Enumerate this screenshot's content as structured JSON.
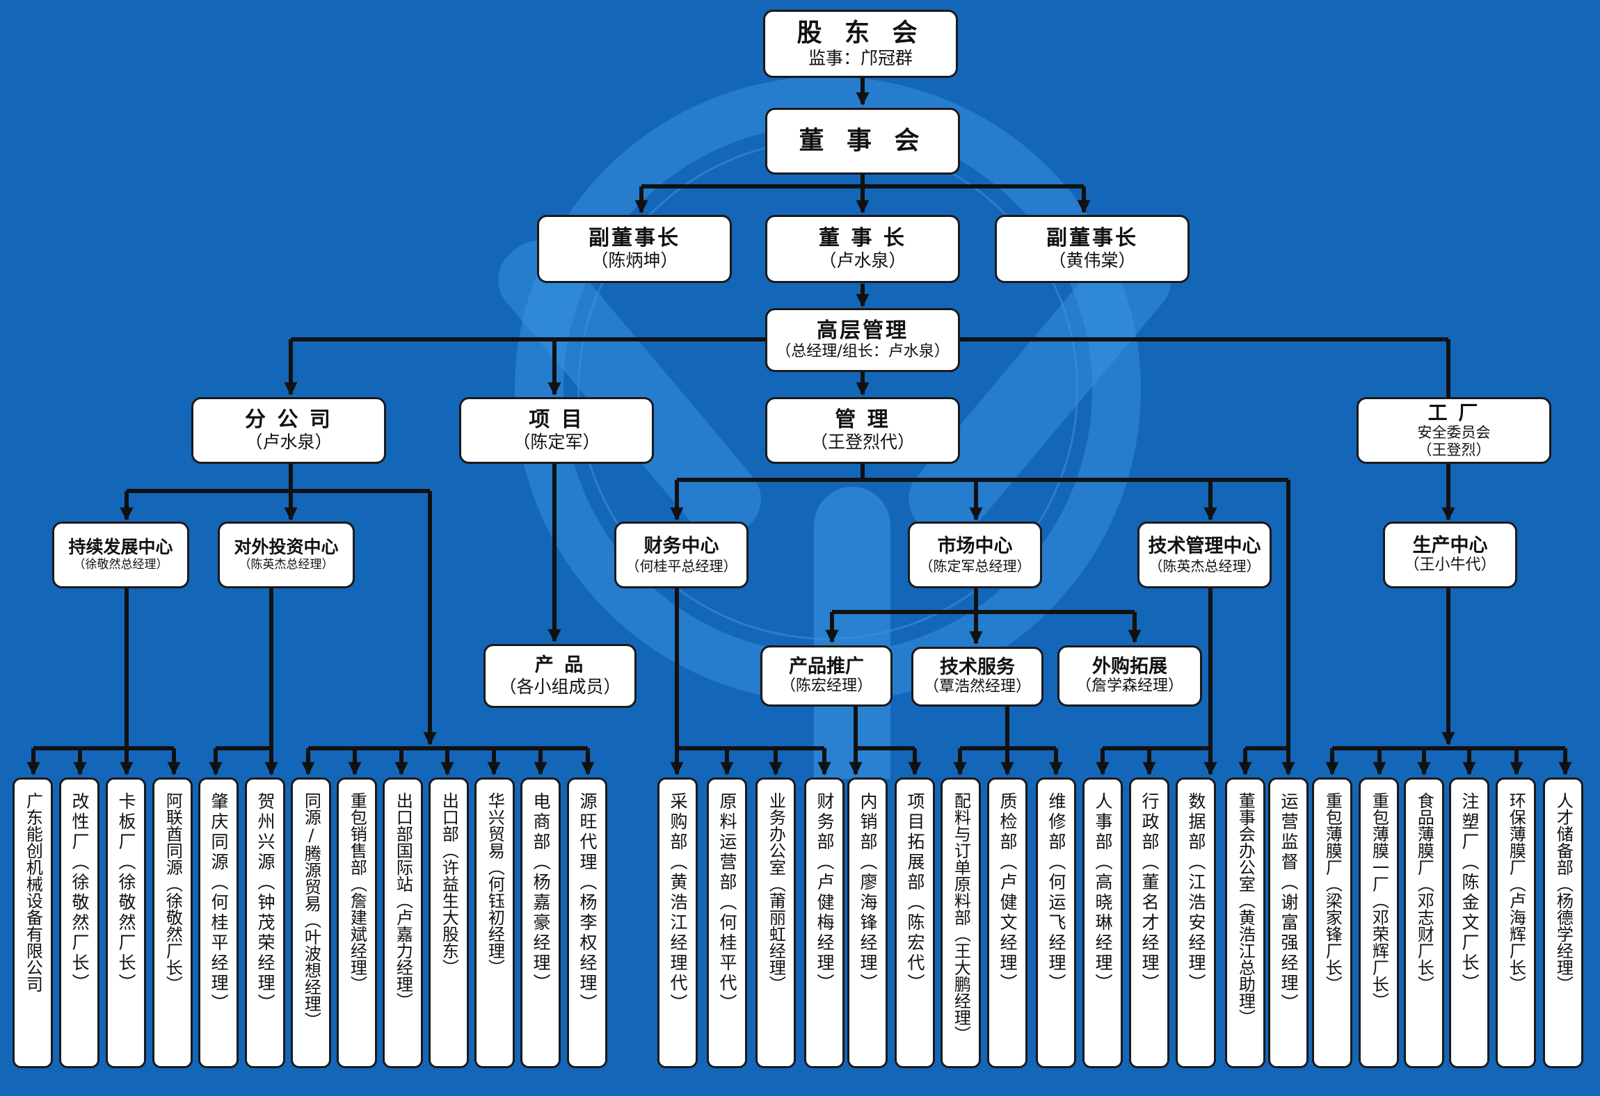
{
  "colors": {
    "background": "#1466b8",
    "line": "#111111",
    "box": "#ffffff",
    "watermark": "#2d8ee0"
  },
  "top": {
    "shareholders": {
      "title": "股 东 会",
      "sub": "监事：邝冠群"
    },
    "board": {
      "title": "董 事 会"
    },
    "vice_chair_left": {
      "title": "副董事长",
      "sub": "（陈炳坤）"
    },
    "chair": {
      "title": "董 事 长",
      "sub": "（卢水泉）"
    },
    "vice_chair_right": {
      "title": "副董事长",
      "sub": "（黄伟棠）"
    },
    "senior_mgmt": {
      "title": "高层管理",
      "sub": "（总经理/组长：卢水泉）"
    }
  },
  "level2": {
    "branch": {
      "title": "分 公 司",
      "sub": "（卢水泉）"
    },
    "project": {
      "title": "项  目",
      "sub": "（陈定军）"
    },
    "management": {
      "title": "管  理",
      "sub": "（王登烈代）"
    },
    "factory": {
      "title": "工  厂",
      "sub": "安全委员会",
      "sub2": "（王登烈）"
    }
  },
  "level3": {
    "sustain": {
      "title": "持续发展中心",
      "sub": "（徐敬然总经理）"
    },
    "invest": {
      "title": "对外投资中心",
      "sub": "（陈英杰总经理）"
    },
    "product": {
      "title": "产  品",
      "sub": "（各小组成员）"
    },
    "finance": {
      "title": "财务中心",
      "sub": "（何桂平总经理）"
    },
    "market": {
      "title": "市场中心",
      "sub": "（陈定军总经理）"
    },
    "tech_mgmt": {
      "title": "技术管理中心",
      "sub": "（陈英杰总经理）"
    },
    "production": {
      "title": "生产中心",
      "sub": "（王小牛代）"
    },
    "promo": {
      "title": "产品推广",
      "sub": "（陈宏经理）"
    },
    "tech_service": {
      "title": "技术服务",
      "sub": "（覃浩然经理）"
    },
    "outsource": {
      "title": "外购拓展",
      "sub": "（詹学森经理）"
    }
  },
  "leaves": [
    "广东能创机械设备有限公司",
    "改性厂（徐敬然厂长）",
    "卡板厂（徐敬然厂长）",
    "阿联酋同源（徐敬然厂长）",
    "肇庆同源（何桂平经理）",
    "贺州兴源（钟茂荣经理）",
    "同源/腾源贸易（叶波想经理）",
    "重包销售部（詹建斌经理）",
    "出口部国际站（卢嘉力经理）",
    "出口部（许益生大股东）",
    "华兴贸易（何钰初经理）",
    "电商部（杨嘉豪经理）",
    "源旺代理（杨李权经理）",
    "采购部（黄浩江经理代）",
    "原料运营部（何桂平代）",
    "业务办公室（莆丽虹经理）",
    "财务部（卢健梅经理）",
    "内销部（廖海锋经理）",
    "项目拓展部（陈宏代）",
    "配料与订单原料部（王大鹏经理）",
    "质检部（卢健文经理）",
    "维修部（何运飞经理）",
    "人事部（高晓琳经理）",
    "行政部（董名才经理）",
    "数据部（江浩安经理）",
    "董事会办公室（黄浩江总助理）",
    "运营监督（谢富强经理）",
    "重包薄膜厂（梁家锋厂长）",
    "重包薄膜一厂（邓荣辉厂长）",
    "食品薄膜厂（邓志财厂长）",
    "注塑厂（陈金文厂长）",
    "环保薄膜厂（卢海辉厂长）",
    "人才储备部（杨德学经理）"
  ]
}
